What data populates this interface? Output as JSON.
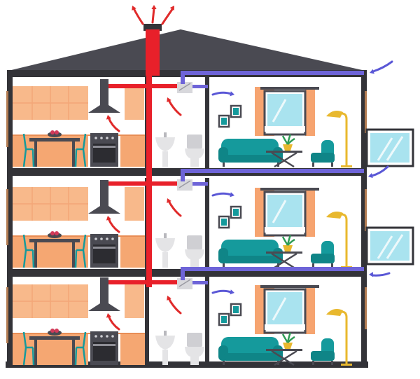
{
  "diagram": {
    "type": "building-ventilation-cutaway",
    "floors": 3,
    "rooms_per_floor": [
      "kitchen",
      "bathroom",
      "living-room"
    ],
    "colors": {
      "roof": "#4a4a52",
      "structure": "#333338",
      "exhaust_duct": "#e8202a",
      "exhaust_arrow": "#e02a2a",
      "supply_duct": "#6e64d8",
      "supply_arrow": "#5a57d6",
      "wall_panel": "#f8b98b",
      "cabinet": "#f5a772",
      "teal_furniture": "#159a9c",
      "window_glass": "#a9e3ef",
      "curtain": "#f6a470",
      "lamp": "#e8b82e",
      "appliance": "#4a4a52",
      "fixture": "#e4e4e6",
      "plant": "#2e9c55",
      "pot": "#e8b82e"
    },
    "icons": [
      "range-hood-icon",
      "dining-table-icon",
      "oven-icon",
      "toilet-icon",
      "sink-icon",
      "sofa-icon",
      "armchair-icon",
      "floor-lamp-icon",
      "coffee-table-icon",
      "picture-frame-icon",
      "window-icon",
      "balcony-icon",
      "air-arrow-icon"
    ]
  }
}
